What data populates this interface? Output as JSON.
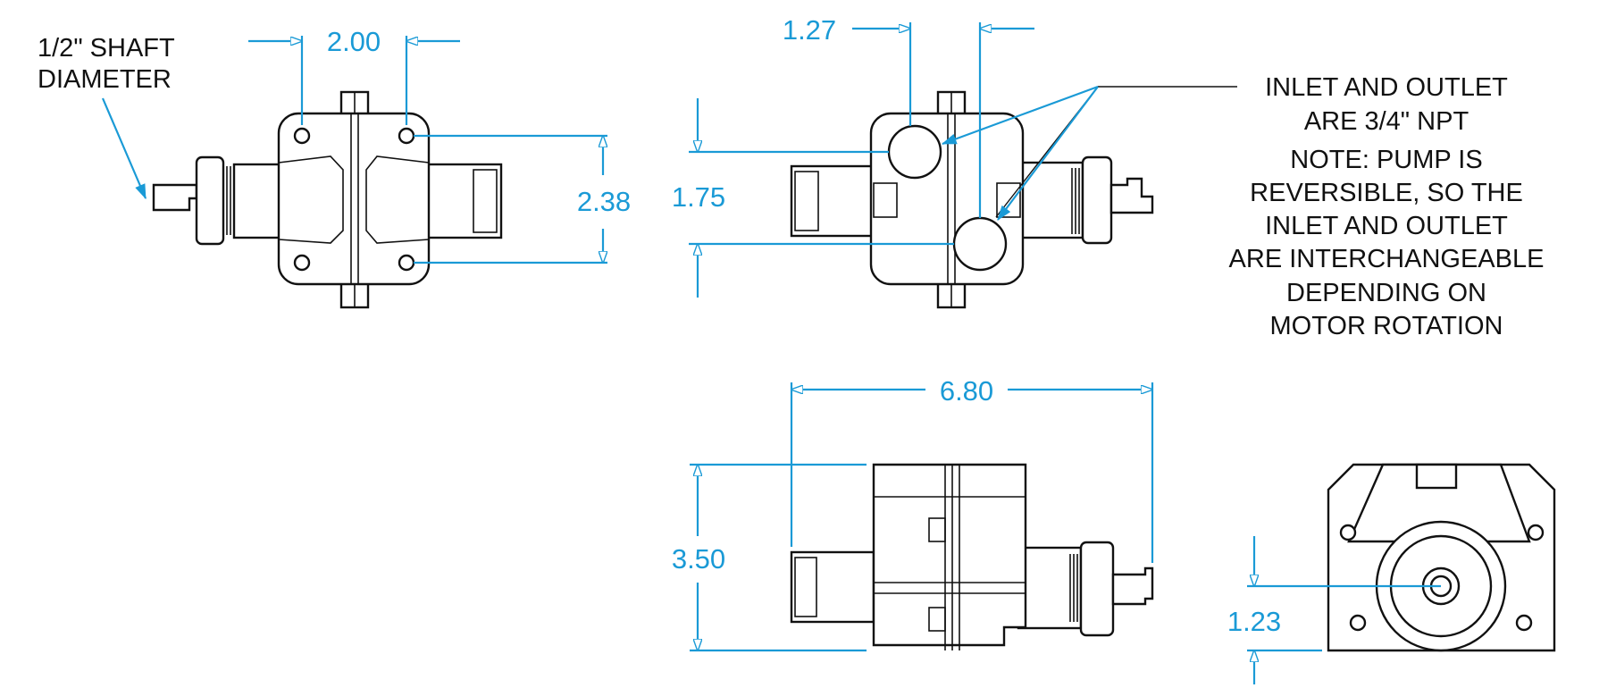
{
  "colors": {
    "dimension": "#1a9ad6",
    "outline": "#111111",
    "background": "#ffffff"
  },
  "notes": {
    "shaft": [
      "1/2\" SHAFT",
      "DIAMETER"
    ],
    "ports": [
      "INLET AND OUTLET",
      "ARE 3/4\" NPT",
      "NOTE: PUMP IS",
      "REVERSIBLE, SO THE",
      "INLET AND OUTLET",
      "ARE INTERCHANGEABLE",
      "DEPENDING ON",
      "MOTOR ROTATION"
    ]
  },
  "dimensions": {
    "front_mount_hole_spacing": "2.00",
    "front_mount_hole_height": "2.38",
    "rear_port_offset": "1.27",
    "rear_port_vertical_spacing": "1.75",
    "side_overall_length": "6.80",
    "side_overall_height": "3.50",
    "end_shaft_center_height": "1.23"
  }
}
